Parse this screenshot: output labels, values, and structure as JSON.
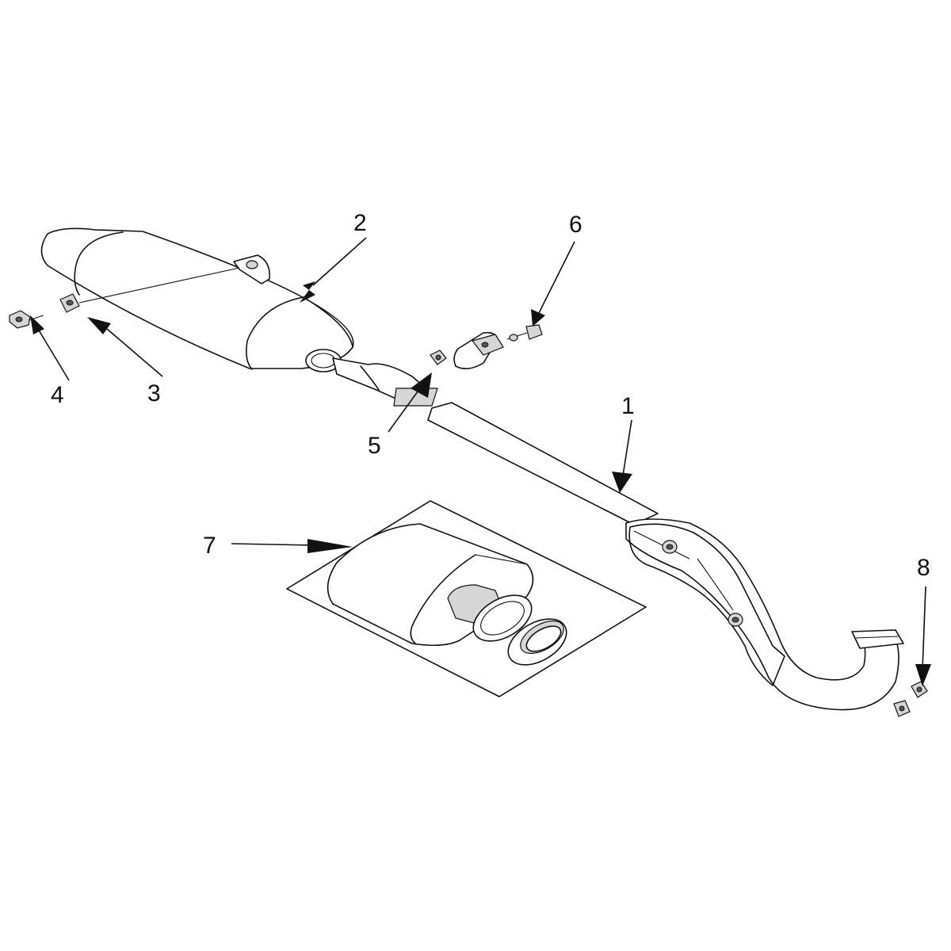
{
  "callouts": [
    {
      "id": "1",
      "text": "1"
    },
    {
      "id": "2",
      "text": "2"
    },
    {
      "id": "3",
      "text": "3"
    },
    {
      "id": "4",
      "text": "4"
    },
    {
      "id": "5",
      "text": "5"
    },
    {
      "id": "6",
      "text": "6"
    },
    {
      "id": "7",
      "text": "7"
    },
    {
      "id": "8",
      "text": "8"
    }
  ],
  "colors": {
    "line": "#111111",
    "background": "#ffffff",
    "shade": "#d6d6d6"
  }
}
